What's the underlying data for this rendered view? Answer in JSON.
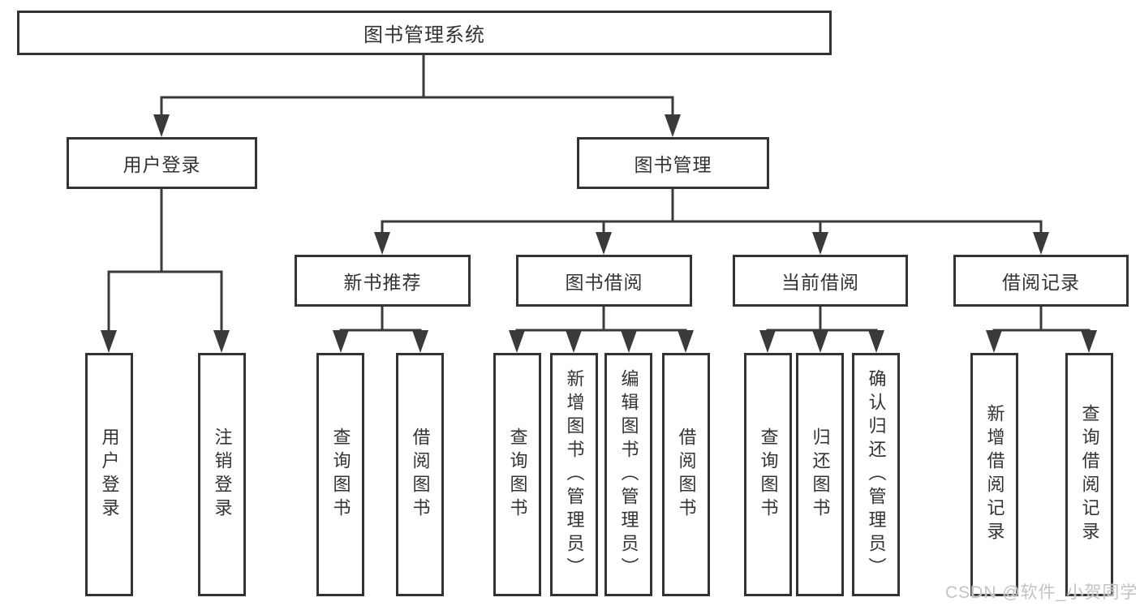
{
  "tree": {
    "root": {
      "label": "图书管理系统",
      "children": [
        {
          "label": "用户登录",
          "children": [
            {
              "label": "用户登录"
            },
            {
              "label": "注销登录"
            }
          ]
        },
        {
          "label": "图书管理",
          "children": [
            {
              "label": "新书推荐",
              "children": [
                {
                  "label": "查询图书"
                },
                {
                  "label": "借阅图书"
                }
              ]
            },
            {
              "label": "图书借阅",
              "children": [
                {
                  "label": "查询图书"
                },
                {
                  "label": "新增图书（管理员）"
                },
                {
                  "label": "编辑图书（管理员）"
                },
                {
                  "label": "借阅图书"
                }
              ]
            },
            {
              "label": "当前借阅",
              "children": [
                {
                  "label": "查询图书"
                },
                {
                  "label": "归还图书"
                },
                {
                  "label": "确认归还（管理员）"
                }
              ]
            },
            {
              "label": "借阅记录",
              "children": [
                {
                  "label": "新增借阅记录"
                },
                {
                  "label": "查询借阅记录"
                }
              ]
            }
          ]
        }
      ]
    }
  },
  "watermark": {
    "text": "CSDN @软件_小贺同学"
  },
  "colors": {
    "line": "#3a3a3a",
    "border": "#333333",
    "text": "#333333",
    "background": "#ffffff",
    "watermark": "#c3c3c3"
  }
}
